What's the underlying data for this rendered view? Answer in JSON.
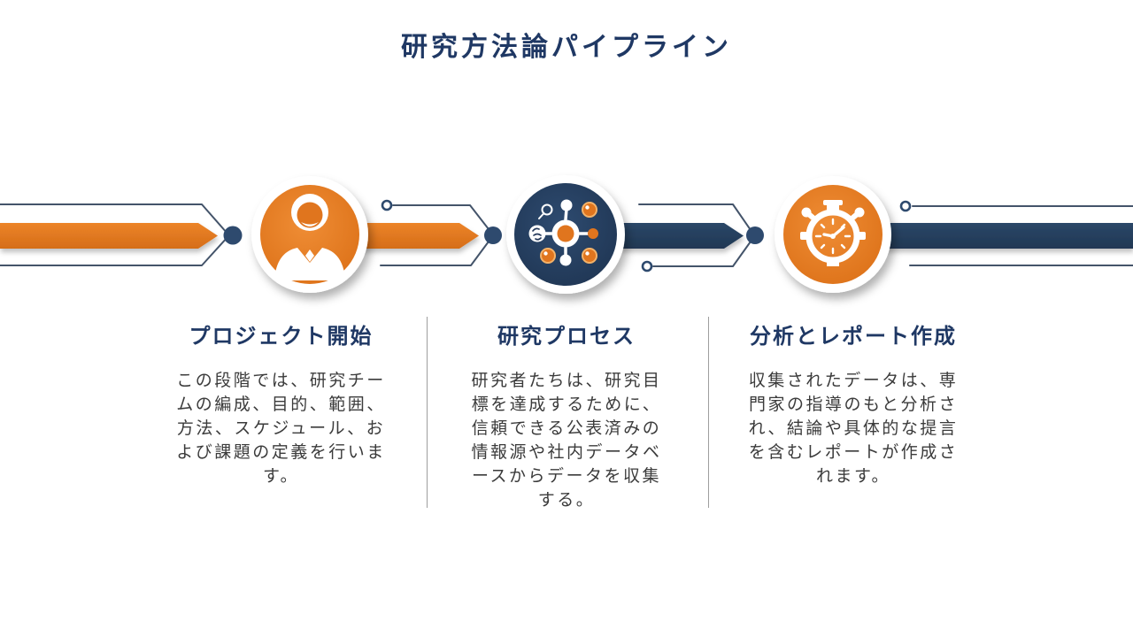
{
  "slide": {
    "title": "研究方法論パイプライン",
    "background_color": "#ffffff"
  },
  "colors": {
    "orange": "#e2761f",
    "navy": "#24395b",
    "heading_text": "#1f3864",
    "body_text": "#3b3b3b",
    "connector_line": "#44546a",
    "node_dot": "#2e4a6e",
    "divider": "#9e9e9e"
  },
  "stages": [
    {
      "index": 1,
      "title": "プロジェクト開始",
      "description": "この段階では、研究チームの編成、目的、範囲、方法、スケジュール、および課題の定義を行います。",
      "icon": "businessman-icon",
      "circle_color": "#e2761f"
    },
    {
      "index": 2,
      "title": "研究プロセス",
      "description": "研究者たちは、研究目標を達成するために、信頼できる公表済みの情報源や社内データベースからデータを収集する。",
      "icon": "research-network-icon",
      "circle_color": "#24395b"
    },
    {
      "index": 3,
      "title": "分析とレポート作成",
      "description": "収集されたデータは、専門家の指導のもと分析され、結論や具体的な提言を含むレポートが作成されます。",
      "icon": "stopwatch-icon",
      "circle_color": "#e2761f"
    }
  ]
}
